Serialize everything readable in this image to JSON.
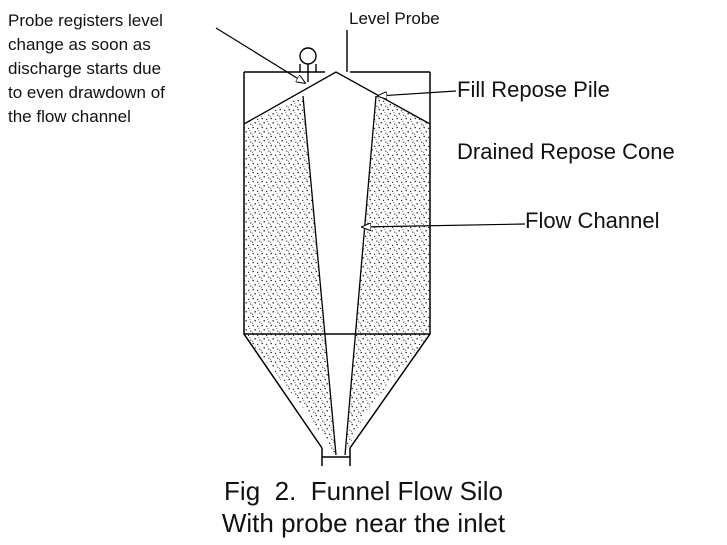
{
  "annotations": {
    "probe_note_lines": [
      "Probe registers level",
      "change as soon as",
      "discharge starts due",
      "to even drawdown of",
      "the flow channel"
    ],
    "level_probe": "Level Probe",
    "fill_repose_pile": "Fill Repose Pile",
    "drained_repose_cone": "Drained Repose Cone",
    "flow_channel": "Flow Channel"
  },
  "caption": {
    "line1": "Fig  2.  Funnel Flow Silo",
    "line2": "With probe near the inlet"
  },
  "colors": {
    "stroke": "#000000",
    "stipple": "#2a2a2a",
    "background": "#ffffff"
  }
}
